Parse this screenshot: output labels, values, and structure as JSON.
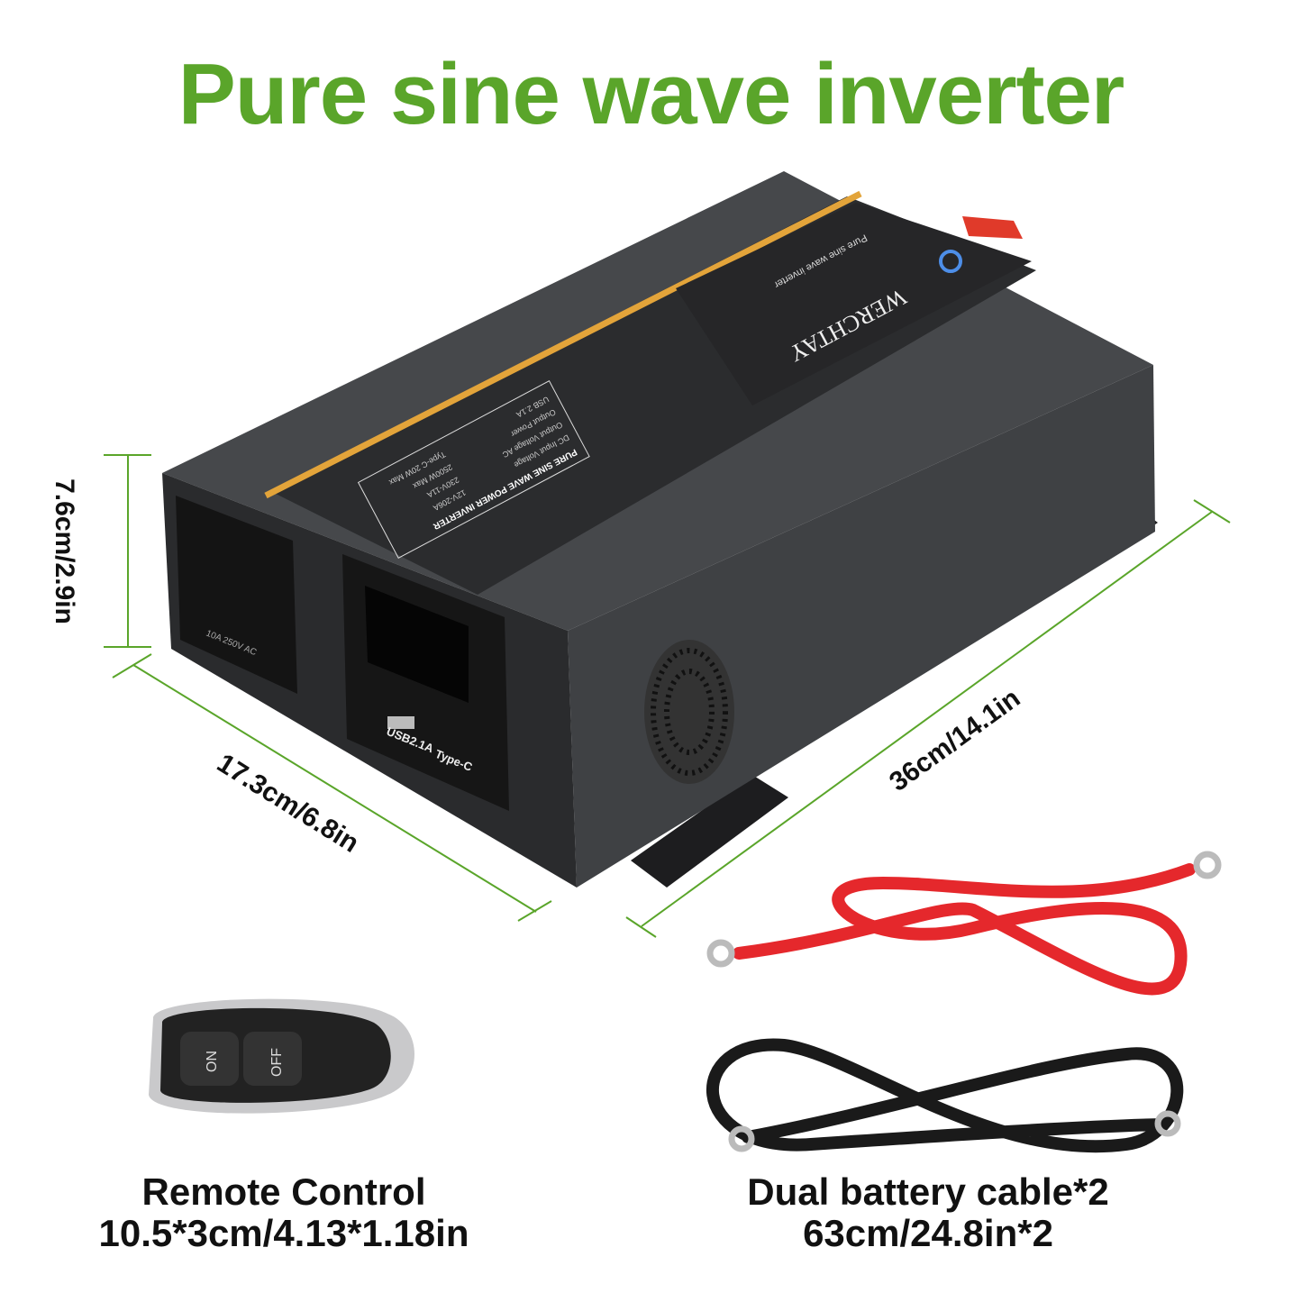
{
  "title": "Pure sine wave inverter",
  "accent_color": "#5aa52a",
  "dimensions": {
    "height": "7.6cm/2.9in",
    "width": "17.3cm/6.8in",
    "length": "36cm/14.1in"
  },
  "product": {
    "brand": "WERCHTAY",
    "top_text": "Pure sine wave inverter",
    "label": {
      "heading": "PURE SINE WAVE POWER INVERTER",
      "rows": [
        {
          "key": "DC Input Voltage",
          "value": "12V-206A"
        },
        {
          "key": "Output Voltage AC",
          "value": "230V-11A"
        },
        {
          "key": "Output Power",
          "value": "2500W Max"
        },
        {
          "key": "USB 2.1A",
          "value": "Type-C 20W Max"
        }
      ]
    },
    "socket_rating": "10A 250V AC",
    "port_usb": "USB2.1A",
    "port_typec": "Type-C"
  },
  "remote": {
    "on": "ON",
    "off": "OFF",
    "caption_line1": "Remote Control",
    "caption_line2": "10.5*3cm/4.13*1.18in"
  },
  "cables": {
    "caption_line1": "Dual battery cable*2",
    "caption_line2": "63cm/24.8in*2"
  }
}
